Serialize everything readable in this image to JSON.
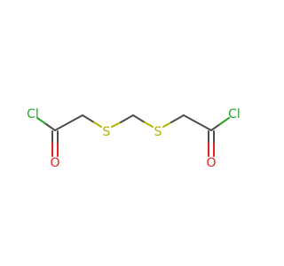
{
  "molecule": {
    "atoms": [
      {
        "id": "cl1",
        "symbol": "Cl",
        "color": "#2aa52a"
      },
      {
        "id": "o1",
        "symbol": "O",
        "color": "#e52222"
      },
      {
        "id": "s1",
        "symbol": "S",
        "color": "#b2b200"
      },
      {
        "id": "s2",
        "symbol": "S",
        "color": "#b2b200"
      },
      {
        "id": "cl2",
        "symbol": "Cl",
        "color": "#2aa52a"
      },
      {
        "id": "o2",
        "symbol": "O",
        "color": "#e52222"
      }
    ],
    "colors": {
      "carbon_bond": "#4d4d4d",
      "sulfur": "#b2b200",
      "oxygen": "#e52222",
      "chlorine": "#2aa52a",
      "background": "#ffffff"
    }
  }
}
